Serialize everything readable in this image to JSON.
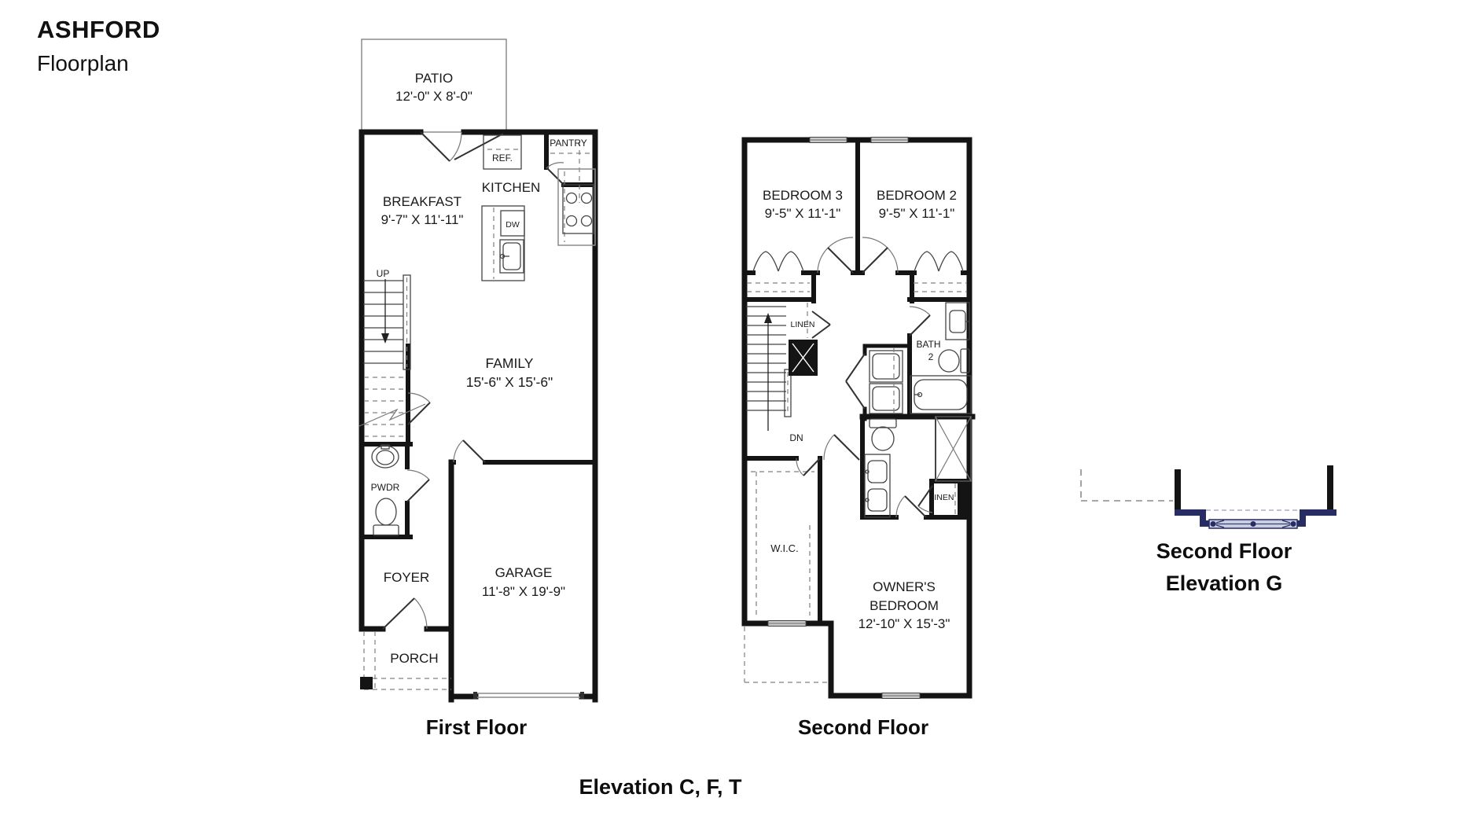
{
  "title": {
    "heading": "ASHFORD",
    "subheading": "Floorplan"
  },
  "first_floor": {
    "caption": "First Floor",
    "patio_label": "PATIO",
    "patio_dims": "12'-0\" X 8'-0\"",
    "ref_label": "REF.",
    "pantry_label": "PANTRY",
    "kitchen_label": "KITCHEN",
    "dw_label": "DW",
    "breakfast_label": "BREAKFAST",
    "breakfast_dims": "9'-7\" X 11'-11\"",
    "up_label": "UP",
    "family_label": "FAMILY",
    "family_dims": "15'-6\" X 15'-6\"",
    "pwdr_label": "PWDR",
    "foyer_label": "FOYER",
    "porch_label": "PORCH",
    "garage_label": "GARAGE",
    "garage_dims": "11'-8\" X 19'-9\""
  },
  "second_floor": {
    "caption": "Second Floor",
    "bedroom3_label": "BEDROOM 3",
    "bedroom3_dims": "9'-5\" X 11'-1\"",
    "bedroom2_label": "BEDROOM 2",
    "bedroom2_dims": "9'-5\" X 11'-1\"",
    "linen_upper_label": "LINEN",
    "dn_label": "DN",
    "bath2_label": "BATH",
    "bath2_number": "2",
    "wic_label": "W.I.C.",
    "linen_lower_label": "LINEN",
    "owners_label_line1": "OWNER'S",
    "owners_label_line2": "BEDROOM",
    "owners_dims": "12'-10\" X 15'-3\""
  },
  "elevation_detail": {
    "caption_line1": "Second Floor",
    "caption_line2": "Elevation G"
  },
  "footer": {
    "elevation_caption": "Elevation C, F, T"
  },
  "colors": {
    "wall": "#141414",
    "navy": "#272c62",
    "window_fill": "#c9cde2"
  }
}
